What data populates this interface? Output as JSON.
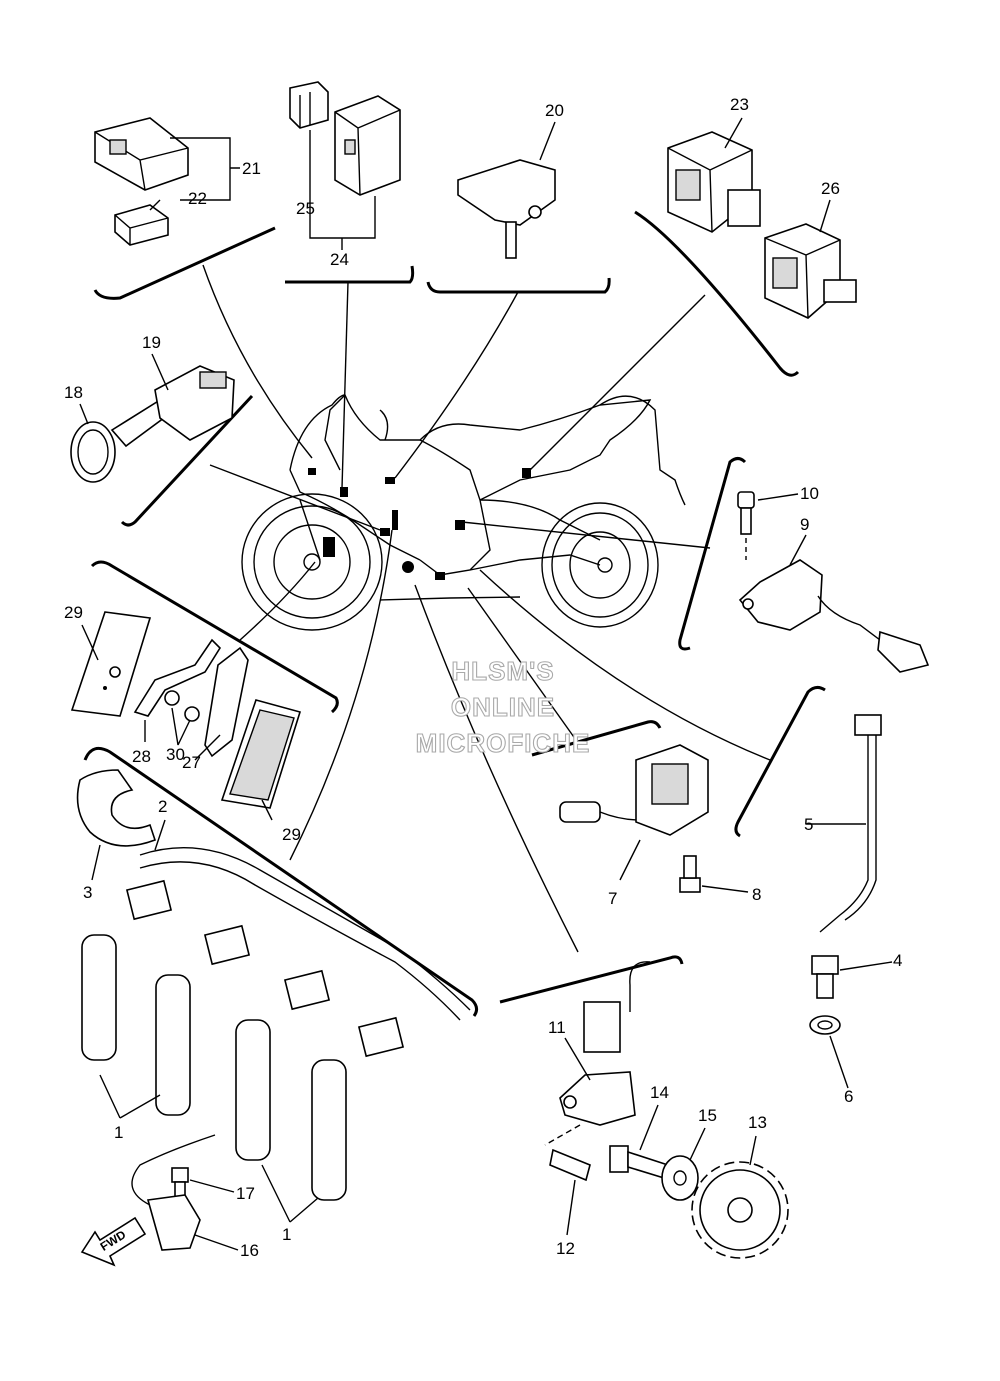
{
  "callouts": [
    "1",
    "1",
    "2",
    "3",
    "4",
    "5",
    "6",
    "7",
    "8",
    "9",
    "10",
    "11",
    "12",
    "13",
    "14",
    "15",
    "16",
    "17",
    "18",
    "19",
    "20",
    "21",
    "22",
    "23",
    "24",
    "25",
    "26",
    "27",
    "28",
    "29",
    "29",
    "30"
  ],
  "watermark": [
    "HLSM'S",
    "ONLINE",
    "MICROFICHE"
  ],
  "direction_label": "FWD"
}
